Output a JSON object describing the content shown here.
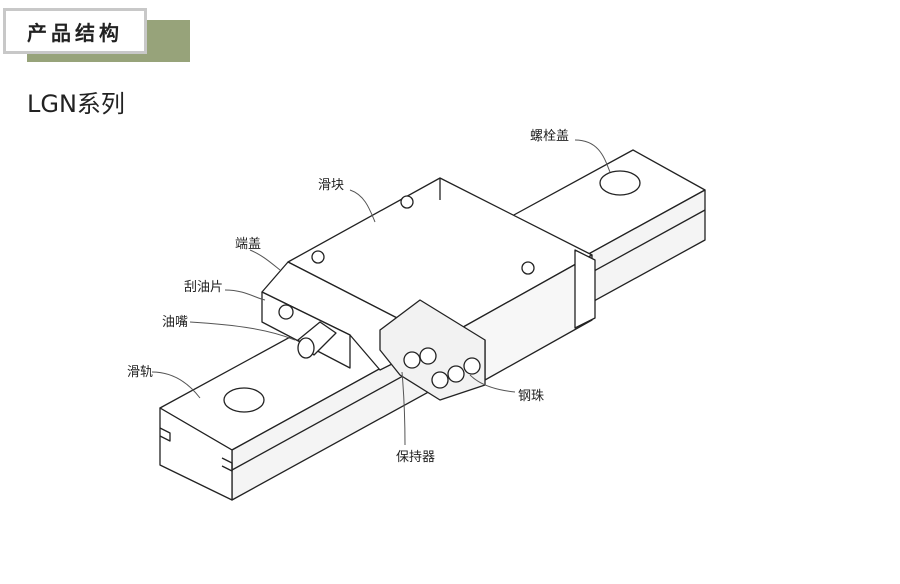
{
  "header": {
    "section_title": "产品结构",
    "series_title": "LGN系列"
  },
  "labels": {
    "bolt_cap": "螺栓盖",
    "block": "滑块",
    "end_cap": "端盖",
    "scraper": "刮油片",
    "grease_nipple": "油嘴",
    "rail": "滑轨",
    "steel_ball": "钢珠",
    "retainer": "保持器"
  },
  "colors": {
    "accent": "#97a37a"
  }
}
